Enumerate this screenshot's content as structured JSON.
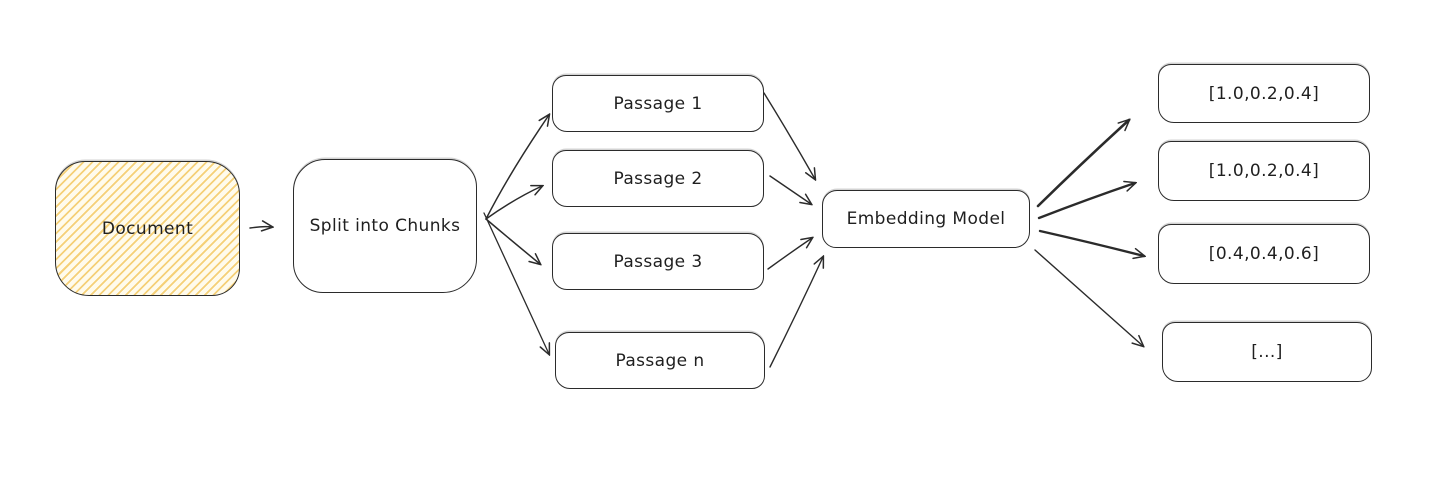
{
  "colors": {
    "background": "#ffffff",
    "stroke": "#2b2b2b",
    "documentHatch": "#f5d078",
    "documentBg": "#fffbec"
  },
  "nodes": {
    "document": {
      "label": "Document"
    },
    "split": {
      "label": "Split into Chunks"
    },
    "passages": [
      {
        "label": "Passage 1"
      },
      {
        "label": "Passage 2"
      },
      {
        "label": "Passage 3"
      },
      {
        "label": "Passage n"
      }
    ],
    "embedding": {
      "label": "Embedding Model"
    },
    "vectors": [
      {
        "label": "[1.0,0.2,0.4]"
      },
      {
        "label": "[1.0,0.2,0.4]"
      },
      {
        "label": "[0.4,0.4,0.6]"
      },
      {
        "label": "[...]"
      }
    ]
  }
}
